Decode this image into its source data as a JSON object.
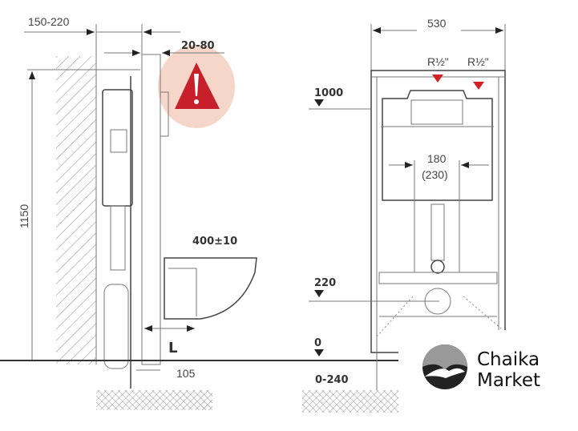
{
  "side_view": {
    "wall_depth": "150-220",
    "cladding": "20-80",
    "height": "1150",
    "bowl_height": "400±10",
    "l_label": "L",
    "offset": "105"
  },
  "warning": {
    "icon": "warning-triangle-icon",
    "color": "#c8202a",
    "bg": "#f5d6c9"
  },
  "front_view": {
    "width": "530",
    "inlet_left": "R½\"",
    "inlet_right": "R½\"",
    "level_1000": "1000",
    "bolt_spacing": "180",
    "bolt_spacing_alt": "(230)",
    "level_220": "220",
    "level_0": "0",
    "floor_range": "0-240"
  },
  "logo": {
    "line1": "Chaika",
    "line2": "Market"
  }
}
